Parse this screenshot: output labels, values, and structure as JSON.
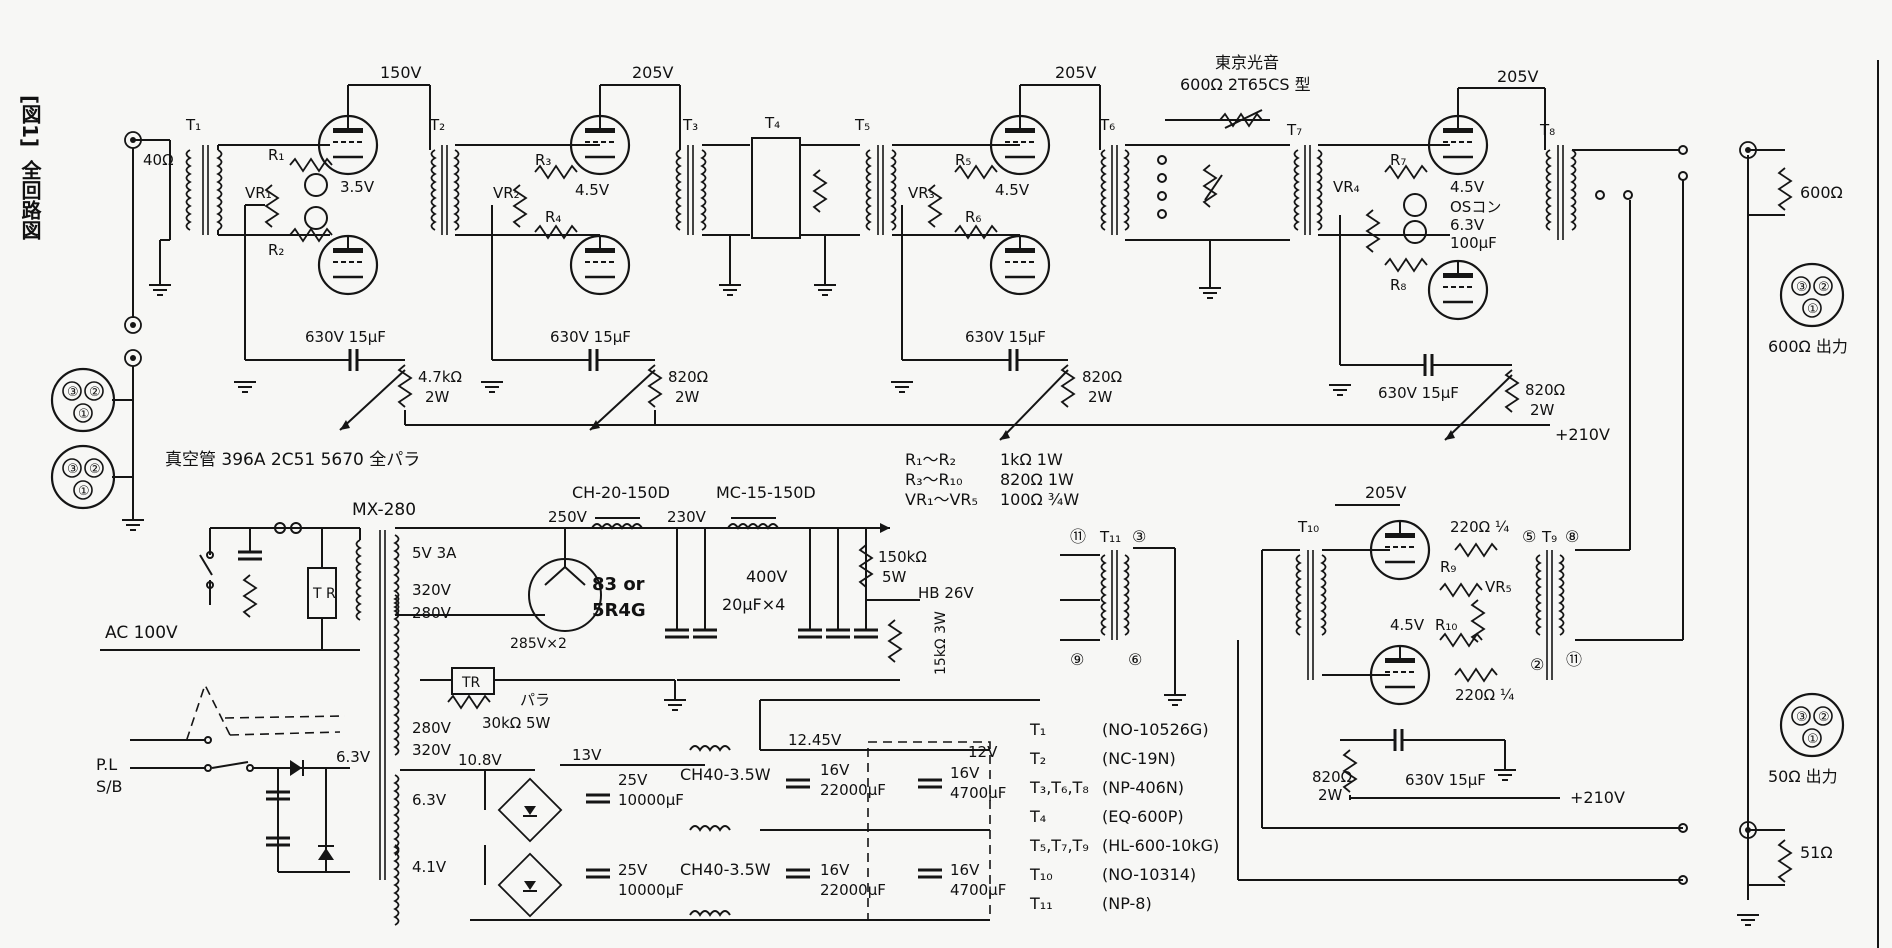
{
  "figure": {
    "label": "[図1]",
    "caption": "全回路図"
  },
  "stages": {
    "st1": {
      "transformer_in": "T₁",
      "input_z": "40Ω",
      "r_upper": "R₁",
      "r_lower": "R₂",
      "vr": "VR₁",
      "bias": "3.5V",
      "b_plus": "150V",
      "cap": "630V 15μF",
      "r_load": "4.7kΩ",
      "r_watt": "2W"
    },
    "st2": {
      "transformer_in": "T₂",
      "r_upper": "R₃",
      "r_lower": "R₄",
      "vr": "VR₂",
      "bias": "4.5V",
      "b_plus": "205V",
      "cap": "630V 15μF",
      "r_load": "820Ω",
      "r_watt": "2W"
    },
    "st3": {
      "transformer_a": "T₃",
      "transformer_b": "T₄",
      "transformer_c": "T₅",
      "r_upper": "R₅",
      "r_lower": "R₆",
      "vr": "VR₃",
      "bias": "4.5V",
      "b_plus": "205V",
      "cap": "630V 15μF",
      "r_load": "820Ω",
      "r_watt": "2W"
    },
    "st4": {
      "transformer_in": "T₆",
      "transformer_out": "T₇",
      "maker": "東京光音",
      "attenuator": "600Ω 2T65CS 型",
      "r_upper": "R₇",
      "r_lower": "R₈",
      "vr": "VR₄",
      "bias": "4.5V",
      "os_cap_1": "OSコン",
      "os_cap_2": "6.3V",
      "os_cap_3": "100μF",
      "b_plus": "205V",
      "cap": "630V 15μF",
      "r_load": "820Ω",
      "r_watt": "2W",
      "transformer_out2": "T₈"
    },
    "bplus_main": "+210V"
  },
  "outputs": {
    "r_600": "600Ω",
    "out_600": "600Ω 出力",
    "out_50": "50Ω 出力",
    "r_51": "51Ω",
    "xlr": [
      "③",
      "②",
      "①"
    ]
  },
  "notes": {
    "tubes": "真空管 396A 2C51 5670 全パラ",
    "res_1": "R₁～R₂",
    "res_1_val": "1kΩ 1W",
    "res_2": "R₃～R₁₀",
    "res_2_val": "820Ω 1W",
    "res_3": "VR₁～VR₅",
    "res_3_val": "100Ω ¾W"
  },
  "power": {
    "transformer": "MX-280",
    "ac_in": "AC 100V",
    "pl": "P.L",
    "sb": "S/B",
    "tap_5v": "5V 3A",
    "tap_320": "320V",
    "tap_280": "280V",
    "tap_280b": "280V",
    "tap_320b": "320V",
    "tap_63": "6.3V",
    "tap_63b": "6.3V",
    "tap_108": "10.8V",
    "tap_41": "4.1V",
    "tr_label": "T R",
    "tr2_label": "TR",
    "para": "パラ",
    "r_para": "30kΩ 5W",
    "rectifier_1": "83 or",
    "rectifier_2": "5R4G",
    "rect_v": "285V×2",
    "v250": "250V",
    "v230": "230V",
    "choke_1": "CH-20-150D",
    "choke_2": "MC-15-150D",
    "cap_bank_v": "400V",
    "cap_bank_c": "20μF×4",
    "r_bleed": "150kΩ",
    "r_bleed_w": "5W",
    "hb": "HB 26V",
    "r_hb": "15kΩ 3W",
    "v13": "13V",
    "c_25v_1": "25V",
    "c_10000_1": "10000μF",
    "c_25v_2": "25V",
    "c_10000_2": "10000μF",
    "ch40_1": "CH40-3.5W",
    "ch40_2": "CH40-3.5W",
    "v1245": "12.45V",
    "c_16v_1": "16V",
    "c_22000_1": "22000μF",
    "c_16v_2": "16V",
    "c_22000_2": "22000μF",
    "v12": "12V",
    "c_16v_3": "16V",
    "c_4700_1": "4700μF",
    "c_16v_4": "16V",
    "c_4700_2": "4700μF"
  },
  "balanced": {
    "t11": "T₁₁",
    "t10": "T₁₀",
    "t9": "T₉",
    "pin_11": "⑪",
    "pin_3": "③",
    "pin_9": "⑨",
    "pin_6": "⑥",
    "pin_5": "⑤",
    "pin_8": "⑧",
    "pin_2": "②",
    "pin_11b": "⑪",
    "b_plus": "205V",
    "r_top": "220Ω ¼",
    "r_bot": "220Ω ¼",
    "r9": "R₉",
    "r10": "R₁₀",
    "vr5": "VR₅",
    "bias": "4.5V",
    "cap": "630V 15μF",
    "r_load": "820Ω",
    "r_watt": "2W",
    "bplus": "+210V"
  },
  "parts": [
    {
      "ref": "T₁",
      "model": "(NO-10526G)"
    },
    {
      "ref": "T₂",
      "model": "(NC-19N)"
    },
    {
      "ref": "T₃,T₆,T₈",
      "model": "(NP-406N)"
    },
    {
      "ref": "T₄",
      "model": "(EQ-600P)"
    },
    {
      "ref": "T₅,T₇,T₉",
      "model": "(HL-600-10kG)"
    },
    {
      "ref": "T₁₀",
      "model": "(NO-10314)"
    },
    {
      "ref": "T₁₁",
      "model": "(NP-8)"
    }
  ]
}
